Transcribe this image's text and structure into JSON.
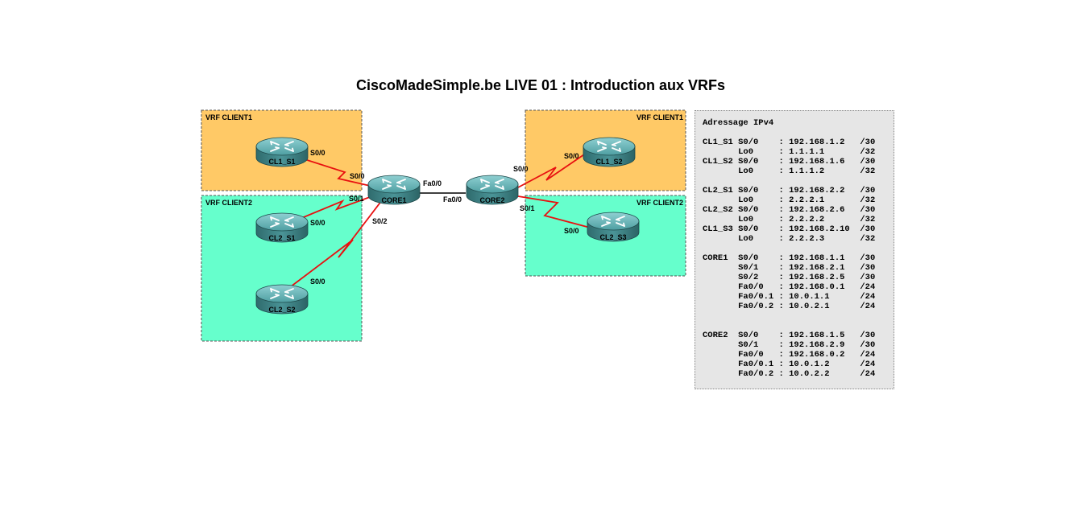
{
  "title": "CiscoMadeSimple.be LIVE 01 : Introduction aux VRFs",
  "colors": {
    "client1": "#ffc966",
    "client2": "#66ffcc",
    "serial_link": "#e81010",
    "eth_link": "#000000",
    "router": "#3e8587"
  },
  "zones": [
    {
      "key": "c1left",
      "label": "VRF CLIENT1"
    },
    {
      "key": "c2left",
      "label": "VRF CLIENT2"
    },
    {
      "key": "c1right",
      "label": "VRF CLIENT1"
    },
    {
      "key": "c2right",
      "label": "VRF CLIENT2"
    }
  ],
  "routers": [
    {
      "key": "cl1s1",
      "name": "CL1_S1",
      "icon": "router-icon"
    },
    {
      "key": "cl2s1",
      "name": "CL2_S1",
      "icon": "router-icon"
    },
    {
      "key": "cl2s2",
      "name": "CL2_S2",
      "icon": "router-icon"
    },
    {
      "key": "core1",
      "name": "CORE1",
      "icon": "router-icon"
    },
    {
      "key": "core2",
      "name": "CORE2",
      "icon": "router-icon"
    },
    {
      "key": "cl1s2",
      "name": "CL1_S2",
      "icon": "router-icon"
    },
    {
      "key": "cl2s3",
      "name": "CL2_S3",
      "icon": "router-icon"
    }
  ],
  "links": [
    {
      "from": "CL1_S1",
      "to": "CORE1",
      "type": "serial",
      "labels": [
        "S0/0",
        "S0/0"
      ]
    },
    {
      "from": "CL2_S1",
      "to": "CORE1",
      "type": "serial",
      "labels": [
        "S0/0",
        "S0/1"
      ]
    },
    {
      "from": "CL2_S2",
      "to": "CORE1",
      "type": "serial",
      "labels": [
        "S0/0",
        "S0/2"
      ]
    },
    {
      "from": "CORE1",
      "to": "CORE2",
      "type": "ethernet",
      "labels": [
        "Fa0/0",
        "Fa0/0"
      ]
    },
    {
      "from": "CORE2",
      "to": "CL1_S2",
      "type": "serial",
      "labels": [
        "S0/0",
        "S0/0"
      ]
    },
    {
      "from": "CORE2",
      "to": "CL2_S3",
      "type": "serial",
      "labels": [
        "S0/1",
        "S0/0"
      ]
    }
  ],
  "addressing": {
    "title": "Adressage IPv4",
    "blocks": [
      {
        "rows": [
          {
            "dev": "CL1_S1",
            "if": "S0/0",
            "ip": "192.168.1.2",
            "mask": "/30"
          },
          {
            "dev": "",
            "if": "Lo0",
            "ip": "1.1.1.1",
            "mask": "/32"
          },
          {
            "dev": "CL1_S2",
            "if": "S0/0",
            "ip": "192.168.1.6",
            "mask": "/30"
          },
          {
            "dev": "",
            "if": "Lo0",
            "ip": "1.1.1.2",
            "mask": "/32"
          }
        ]
      },
      {
        "rows": [
          {
            "dev": "CL2_S1",
            "if": "S0/0",
            "ip": "192.168.2.2",
            "mask": "/30"
          },
          {
            "dev": "",
            "if": "Lo0",
            "ip": "2.2.2.1",
            "mask": "/32"
          },
          {
            "dev": "CL2_S2",
            "if": "S0/0",
            "ip": "192.168.2.6",
            "mask": "/30"
          },
          {
            "dev": "",
            "if": "Lo0",
            "ip": "2.2.2.2",
            "mask": "/32"
          },
          {
            "dev": "CL1_S3",
            "if": "S0/0",
            "ip": "192.168.2.10",
            "mask": "/30"
          },
          {
            "dev": "",
            "if": "Lo0",
            "ip": "2.2.2.3",
            "mask": "/32"
          }
        ]
      },
      {
        "rows": [
          {
            "dev": "CORE1",
            "if": "S0/0",
            "ip": "192.168.1.1",
            "mask": "/30"
          },
          {
            "dev": "",
            "if": "S0/1",
            "ip": "192.168.2.1",
            "mask": "/30"
          },
          {
            "dev": "",
            "if": "S0/2",
            "ip": "192.168.2.5",
            "mask": "/30"
          },
          {
            "dev": "",
            "if": "Fa0/0",
            "ip": "192.168.0.1",
            "mask": "/24"
          },
          {
            "dev": "",
            "if": "Fa0/0.1",
            "ip": "10.0.1.1",
            "mask": "/24"
          },
          {
            "dev": "",
            "if": "Fa0/0.2",
            "ip": "10.0.2.1",
            "mask": "/24"
          }
        ]
      },
      {
        "rows": [
          {
            "dev": "CORE2",
            "if": "S0/0",
            "ip": "192.168.1.5",
            "mask": "/30"
          },
          {
            "dev": "",
            "if": "S0/1",
            "ip": "192.168.2.9",
            "mask": "/30"
          },
          {
            "dev": "",
            "if": "Fa0/0",
            "ip": "192.168.0.2",
            "mask": "/24"
          },
          {
            "dev": "",
            "if": "Fa0/0.1",
            "ip": "10.0.1.2",
            "mask": "/24"
          },
          {
            "dev": "",
            "if": "Fa0/0.2",
            "ip": "10.0.2.2",
            "mask": "/24"
          }
        ]
      }
    ]
  }
}
